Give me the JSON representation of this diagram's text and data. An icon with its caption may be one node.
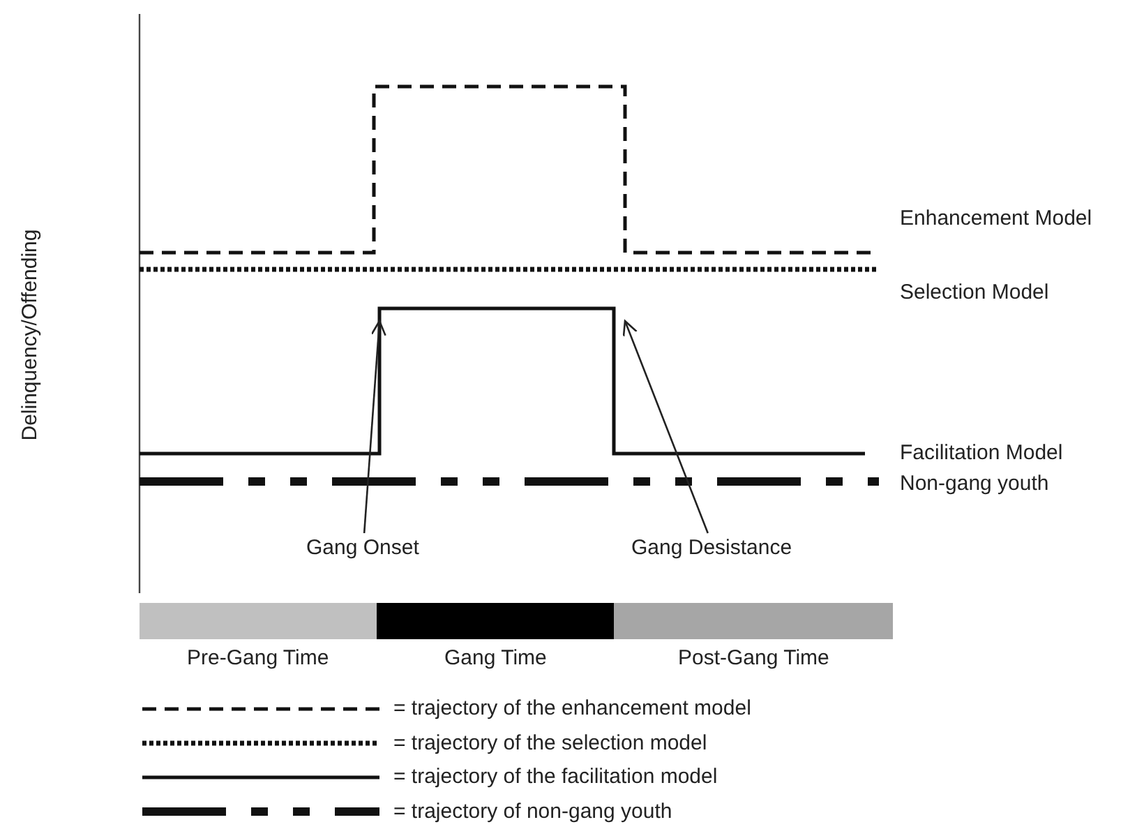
{
  "diagram": {
    "nodes": [
      {
        "text": [
          "Gang Onset"
        ]
      },
      {
        "text": [
          "Gang Desistance"
        ]
      }
    ],
    "edges": [
      {
        "from": 0,
        "to": null,
        "arrow": "to"
      },
      {
        "from": 1,
        "to": null,
        "arrow": "to"
      }
    ],
    "labels": [
      "Delinquency/Offending",
      "Enhancement Model",
      "Selection Model",
      "Facilitation Model",
      "Non-gang youth",
      "Pre-Gang Time",
      "Gang Time",
      "Post-Gang Time"
    ],
    "legend": [
      {
        "text": "= trajectory of the enhancement model"
      },
      {
        "text": "= trajectory of the selection model"
      },
      {
        "text": "= trajectory of the facilitation model"
      },
      {
        "text": "= trajectory of non-gang youth"
      }
    ]
  }
}
